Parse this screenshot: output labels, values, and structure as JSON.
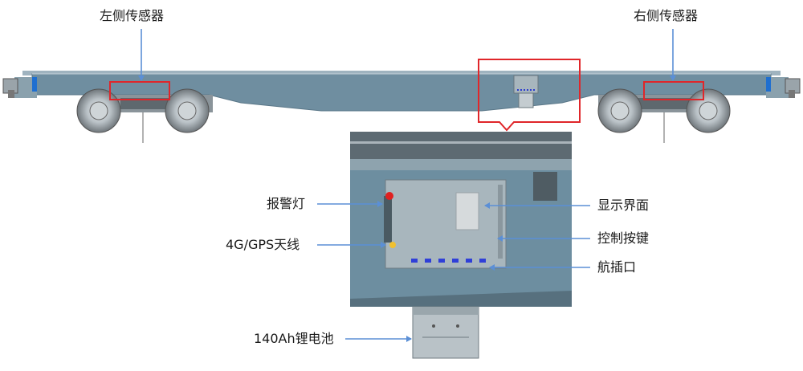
{
  "labels": {
    "left_sensor": "左侧传感器",
    "right_sensor": "右侧传感器",
    "alarm_light": "报警灯",
    "antenna": "4G/GPS天线",
    "display": "显示界面",
    "control_keys": "控制按键",
    "aviation_plug": "航插口",
    "battery": "140Ah锂电池"
  },
  "colors": {
    "car_body": "#6f8ea0",
    "highlight_box": "#e0262a",
    "arrow": "#5b8fd6",
    "panel_bg": "#6d8ea0",
    "device_box": "#a8b6bd"
  }
}
